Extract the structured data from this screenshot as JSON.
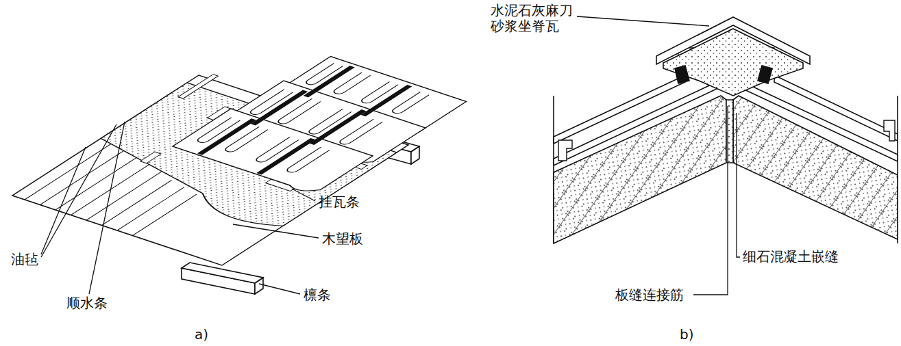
{
  "diagram": {
    "labels": [
      "水泥石灰麻刀 砂浆坐脊瓦",
      "挂瓦条",
      "木望板",
      "油毡",
      "顺水条",
      "檩条",
      "a)",
      "细石混凝土嵌缝",
      "板缝连接筋",
      "b)"
    ]
  }
}
